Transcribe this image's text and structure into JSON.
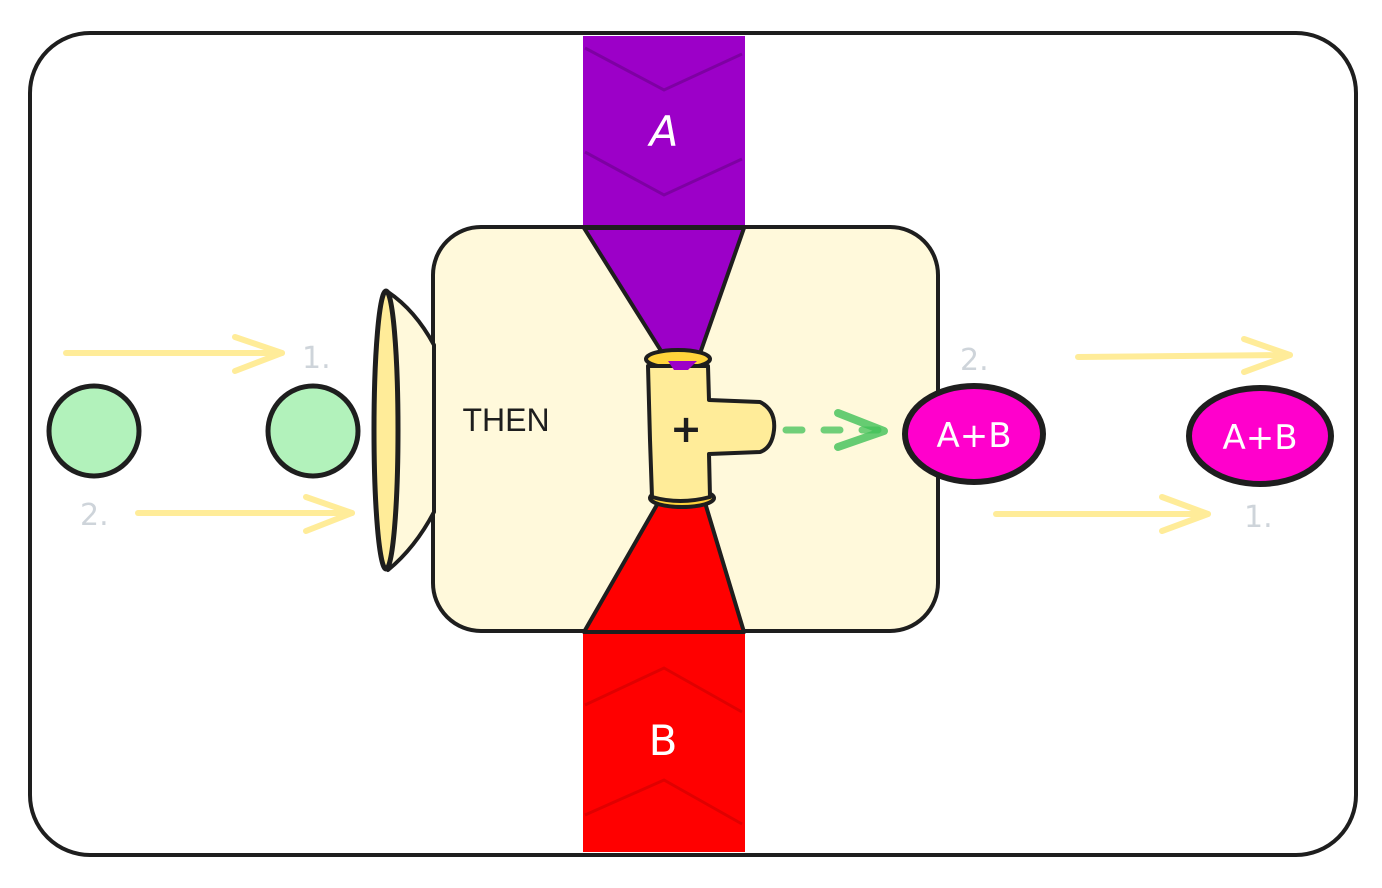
{
  "diagram": {
    "title": "",
    "frame": {
      "stroke": "#1e1e1e",
      "fill": "#ffffff"
    },
    "operator_box": {
      "label": "THEN",
      "fill": "#fff9db",
      "stroke": "#1e1e1e"
    },
    "funnel": {
      "fill": "#ffec99",
      "rim_fill": "#fff9db"
    },
    "input_a": {
      "label": "A",
      "color": "#9c00c8"
    },
    "input_b": {
      "label": "B",
      "color": "#ff0000"
    },
    "merge_pipe": {
      "label": "+",
      "fill": "#ffec99",
      "rim": "#ffd43b"
    },
    "output_arrow": {
      "style": "dashed",
      "color": "#40c057"
    },
    "input_items": [
      {
        "name": "green-circle-1",
        "color": "#b2f2bb"
      },
      {
        "name": "green-circle-2",
        "color": "#b2f2bb"
      }
    ],
    "output_items": [
      {
        "label": "A+B",
        "color": "#ff00cc"
      },
      {
        "label": "A+B",
        "color": "#ff00cc"
      }
    ],
    "flow_arrows": {
      "color": "#ffec99"
    },
    "order_labels": {
      "left_top": "1.",
      "left_bottom": "2.",
      "right_top": "2.",
      "right_bottom": "1."
    }
  }
}
